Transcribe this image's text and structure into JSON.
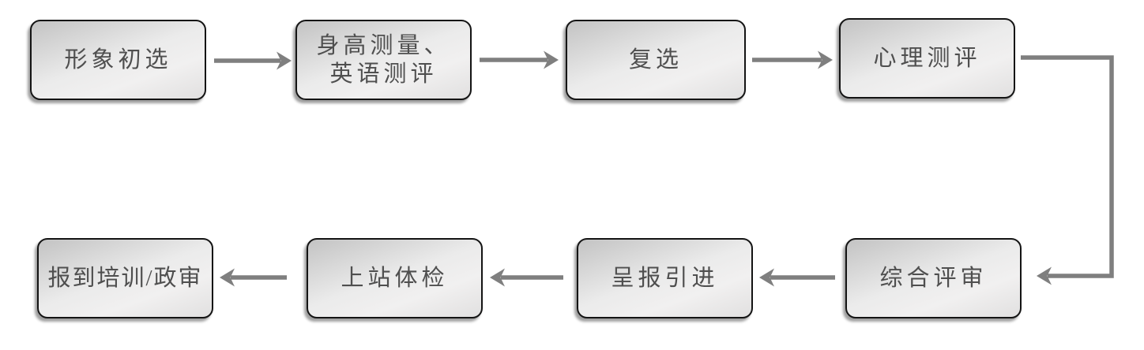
{
  "diagram": {
    "title": "recruitment-selection-process-flowchart",
    "background_color": "#ffffff",
    "node_border_color": "#141414",
    "node_fill_light": "#f1f0f0",
    "node_fill_dark": "#c3c3c3",
    "text_color": "#4f4f4f",
    "arrow_color": "#7f7f7f",
    "nodes": [
      {
        "id": "node-1",
        "label": "形象初选"
      },
      {
        "id": "node-2",
        "label": "身高测量、\n英语测评"
      },
      {
        "id": "node-3",
        "label": "复选"
      },
      {
        "id": "node-4",
        "label": "心理测评"
      },
      {
        "id": "node-5",
        "label": "综合评审"
      },
      {
        "id": "node-6",
        "label": "呈报引进"
      },
      {
        "id": "node-7",
        "label": "上站体检"
      },
      {
        "id": "node-8",
        "label": "报到培训/政审"
      }
    ],
    "connections": [
      {
        "from": "形象初选",
        "to": "身高测量、英语测评",
        "style": "straight-right"
      },
      {
        "from": "身高测量、英语测评",
        "to": "复选",
        "style": "straight-right"
      },
      {
        "from": "复选",
        "to": "心理测评",
        "style": "straight-right"
      },
      {
        "from": "心理测评",
        "to": "综合评审",
        "style": "elbow-right-down-left"
      },
      {
        "from": "综合评审",
        "to": "呈报引进",
        "style": "straight-left"
      },
      {
        "from": "呈报引进",
        "to": "上站体检",
        "style": "straight-left"
      },
      {
        "from": "上站体检",
        "to": "报到培训/政审",
        "style": "straight-left"
      }
    ]
  }
}
